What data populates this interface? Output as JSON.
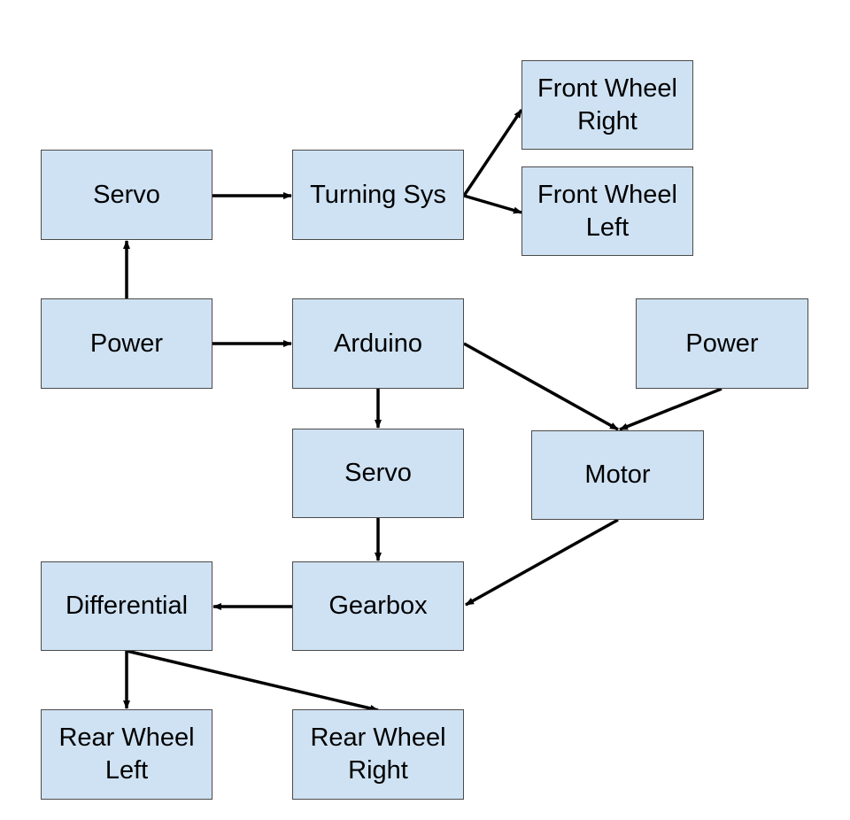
{
  "colors": {
    "box_fill": "#cfe2f3",
    "box_border": "#4a4a4a",
    "arrow": "#000000",
    "text": "#000000"
  },
  "nodes": {
    "servo_top": {
      "label": "Servo"
    },
    "turning_sys": {
      "label": "Turning Sys"
    },
    "front_wheel_right": {
      "label": "Front Wheel\nRight"
    },
    "front_wheel_left": {
      "label": "Front Wheel\nLeft"
    },
    "power_left": {
      "label": "Power"
    },
    "arduino": {
      "label": "Arduino"
    },
    "power_right": {
      "label": "Power"
    },
    "servo_mid": {
      "label": "Servo"
    },
    "motor": {
      "label": "Motor"
    },
    "differential": {
      "label": "Differential"
    },
    "gearbox": {
      "label": "Gearbox"
    },
    "rear_wheel_left": {
      "label": "Rear Wheel\nLeft"
    },
    "rear_wheel_right": {
      "label": "Rear Wheel\nRight"
    }
  },
  "edges": [
    {
      "from": "servo_top",
      "to": "turning_sys"
    },
    {
      "from": "turning_sys",
      "to": "front_wheel_right"
    },
    {
      "from": "turning_sys",
      "to": "front_wheel_left"
    },
    {
      "from": "power_left",
      "to": "servo_top"
    },
    {
      "from": "power_left",
      "to": "arduino"
    },
    {
      "from": "arduino",
      "to": "servo_mid"
    },
    {
      "from": "arduino",
      "to": "motor"
    },
    {
      "from": "power_right",
      "to": "motor"
    },
    {
      "from": "servo_mid",
      "to": "gearbox"
    },
    {
      "from": "motor",
      "to": "gearbox"
    },
    {
      "from": "gearbox",
      "to": "differential"
    },
    {
      "from": "differential",
      "to": "rear_wheel_left"
    },
    {
      "from": "differential",
      "to": "rear_wheel_right"
    }
  ]
}
